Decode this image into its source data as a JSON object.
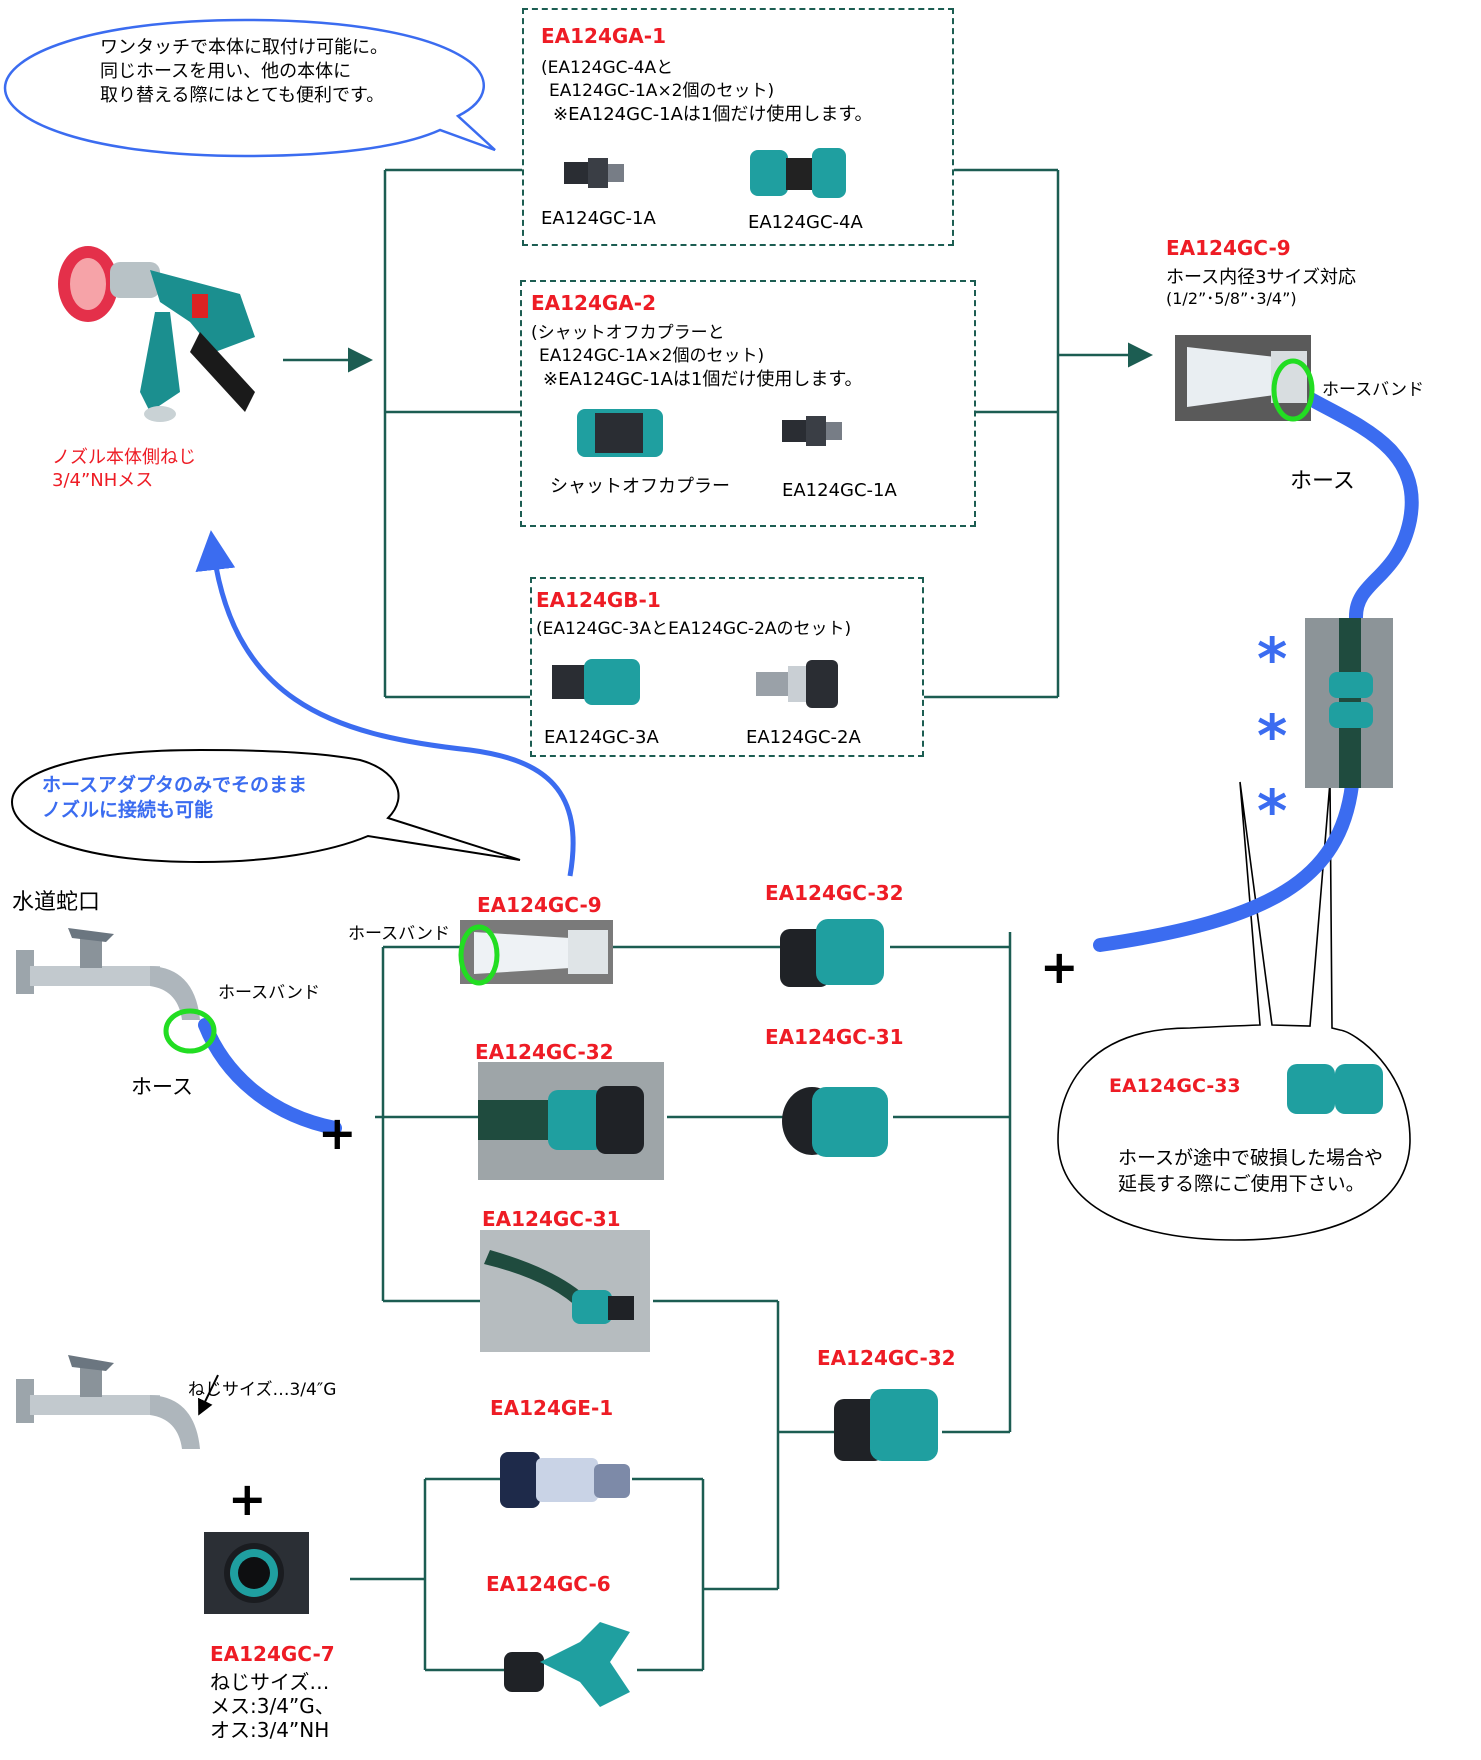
{
  "bubbles": {
    "top": [
      "ワンタッチで本体に取付け可能に。",
      "同じホースを用い、他の本体に",
      "取り替える際にはとても便利です。"
    ],
    "adapter": [
      "ホースアダプタのみでそのまま",
      "ノズルに接続も可能"
    ],
    "joint": {
      "code": "EA124GC-33",
      "lines": [
        "ホースが途中で破損した場合や",
        "延長する際にご使用下さい。"
      ]
    }
  },
  "nozzle": {
    "lines": [
      "ノズル本体側ねじ",
      "3/4”NHメス"
    ]
  },
  "kits": {
    "ga1": {
      "title": "EA124GA-1",
      "lines": [
        "(EA124GC-4Aと",
        "EA124GC-1A×2個のセット)",
        "※EA124GC-1Aは1個だけ使用します。"
      ],
      "part_a": "EA124GC-1A",
      "part_b": "EA124GC-4A"
    },
    "ga2": {
      "title": "EA124GA-2",
      "lines": [
        "(シャットオフカプラーと",
        "EA124GC-1A×2個のセット)",
        "※EA124GC-1Aは1個だけ使用します。"
      ],
      "part_a": "シャットオフカプラー",
      "part_b": "EA124GC-1A"
    },
    "gb1": {
      "title": "EA124GB-1",
      "lines": [
        "(EA124GC-3AとEA124GC-2Aのセット)"
      ],
      "part_a": "EA124GC-3A",
      "part_b": "EA124GC-2A"
    }
  },
  "right": {
    "title": "EA124GC-9",
    "lines": [
      "ホース内径3サイズ対応",
      "(1/2”･5/8”･3/4”)"
    ],
    "band": "ホースバンド",
    "hose": "ホース",
    "stars": [
      "*",
      "*",
      "*"
    ]
  },
  "faucet": {
    "title": "水道蛇口",
    "band": "ホースバンド",
    "hose": "ホース",
    "band2": "ホースバンド",
    "thread": "ねじサイズ…3/4″G"
  },
  "parts": {
    "gc9": "EA124GC-9",
    "gc32a": "EA124GC-32",
    "gc32b": "EA124GC-32",
    "gc31a": "EA124GC-31",
    "gc31b": "EA124GC-31",
    "gc32c": "EA124GC-32",
    "ge1": "EA124GE-1",
    "gc6": "EA124GC-6"
  },
  "gc7": {
    "title": "EA124GC-7",
    "lines": [
      "ねじサイズ…",
      "メス:3/4”G、",
      "オス:3/4”NH"
    ]
  },
  "plus": [
    "+",
    "+",
    "+"
  ],
  "colors": {
    "line": "#1c5d52",
    "hose": "#3b6cf0",
    "red": "#ee1c25",
    "band": "#22dd22",
    "teal": "#1f9fa0"
  }
}
